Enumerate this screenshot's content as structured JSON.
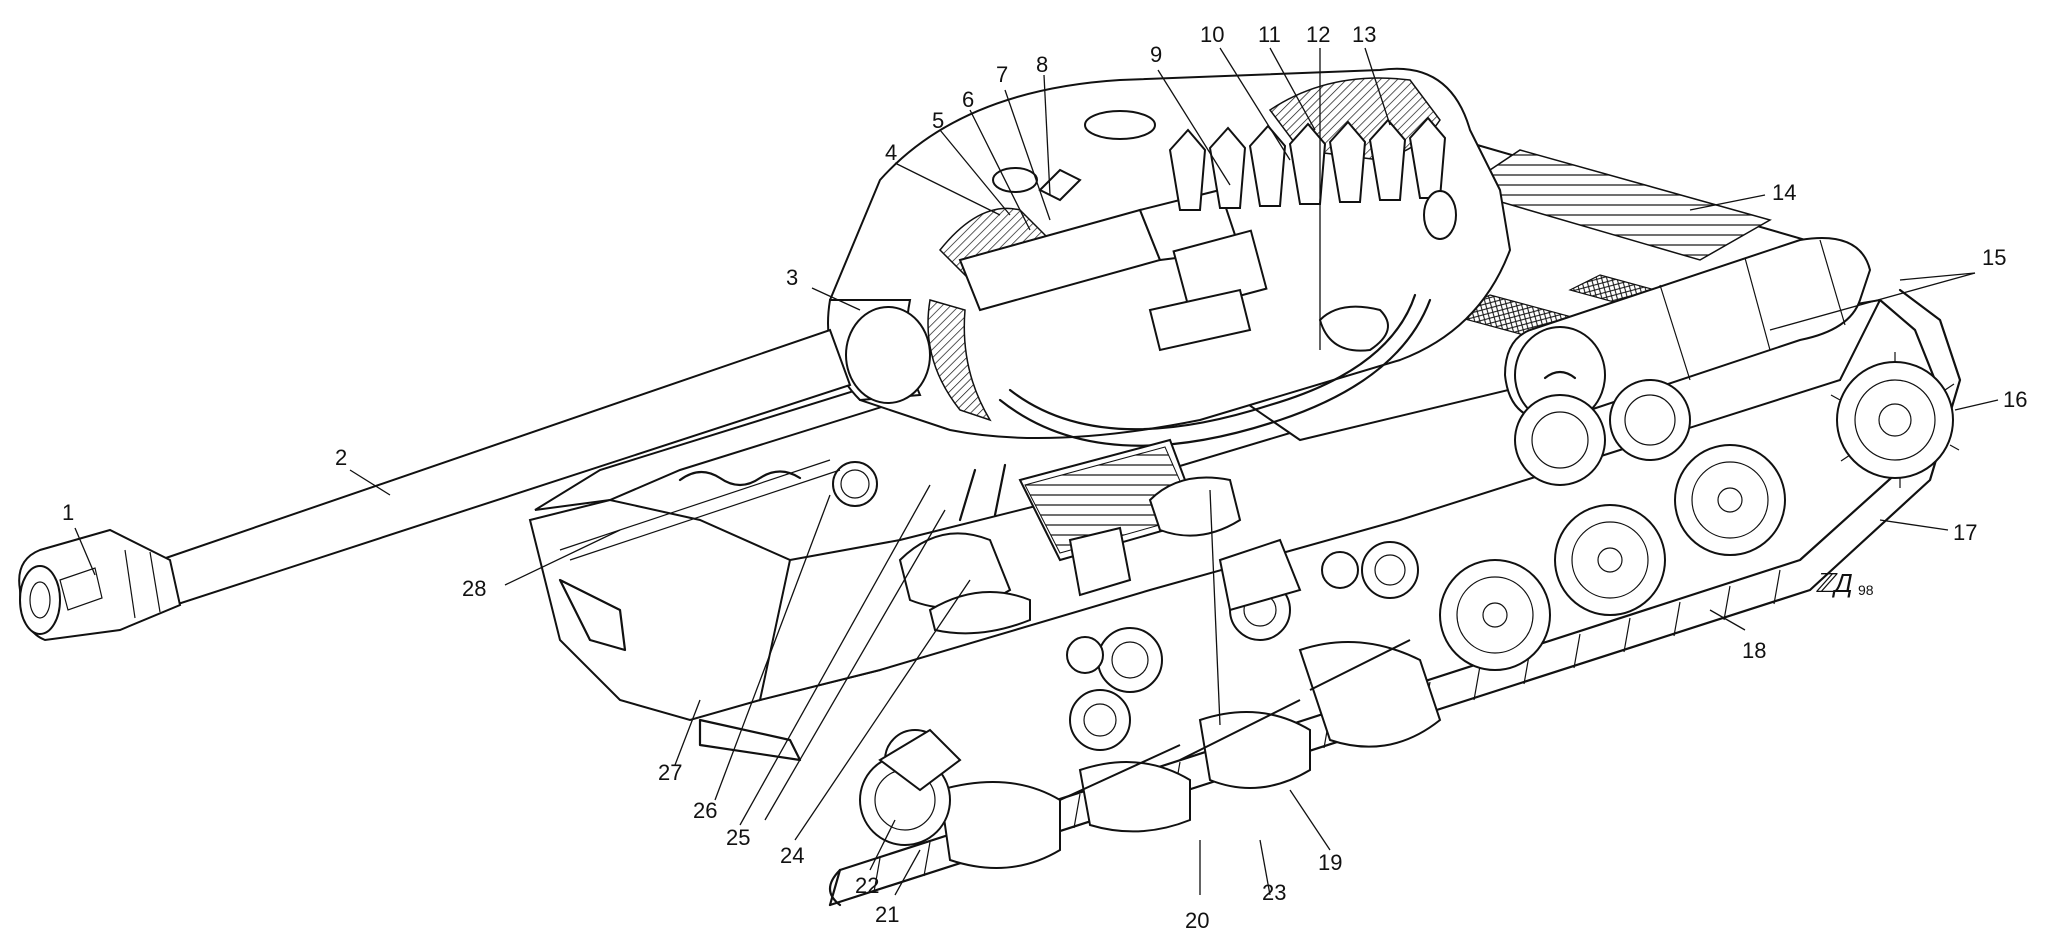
{
  "callouts": [
    "1",
    "2",
    "3",
    "4",
    "5",
    "6",
    "7",
    "8",
    "9",
    "10",
    "11",
    "12",
    "13",
    "14",
    "15",
    "16",
    "17",
    "18",
    "19",
    "20",
    "21",
    "22",
    "23",
    "24",
    "25",
    "26",
    "27",
    "28"
  ],
  "signature": {
    "mark": "ℤД",
    "year": "98"
  },
  "colors": {
    "ink": "#111111",
    "background": "#ffffff"
  }
}
